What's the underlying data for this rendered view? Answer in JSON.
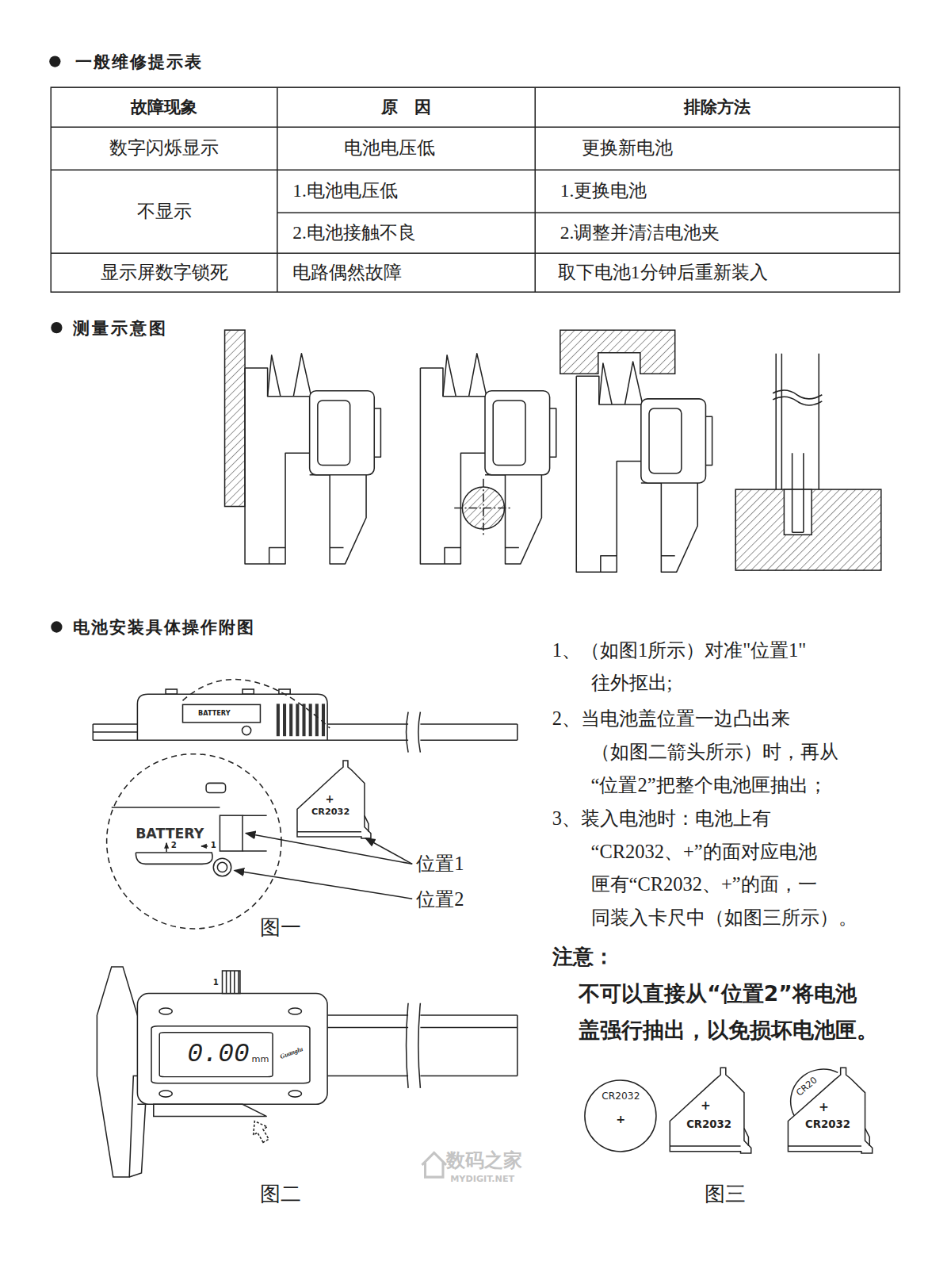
{
  "diagram": {
    "nodes": [
      {
        "text": [
          "+",
          "CR2032"
        ]
      },
      {
        "text": [
          "CR2032",
          "+"
        ]
      },
      {
        "text": [
          "+",
          "CR2032"
        ]
      },
      {
        "text": [
          "CR20",
          "+",
          "CR2032"
        ]
      },
      {
        "text": [
          "0.00",
          "mm",
          "Guanglu"
        ]
      }
    ],
    "labels": [
      "一般维修提示表",
      "故障现象",
      "原　因",
      "排除方法",
      "数字闪烁显示",
      "电池电压低",
      "更换新电池",
      "不显示",
      "1.电池电压低",
      "1.更换电池",
      "2.电池接触不良",
      "2.调整并清洁电池夹",
      "显示屏数字锁死",
      "电路偶然故障",
      "取下电池1分钟后重新装入",
      "测量示意图",
      "电池安装具体操作附图",
      "BATTERY",
      "BATTERY",
      "2",
      "1",
      "位置1",
      "位置2",
      "图一",
      "1",
      "图二",
      "1、（如图1所示）对准\"位置1\" 往外抠出;",
      "2、当电池盖位置一边凸出来 （如图二箭头所示）时，再从 “位置2”把整个电池匣抽出；",
      "3、装入电池时：电池上有 “CR2032、+”的面对应电池 匣有“CR2032、+”的面，一 同装入卡尺中（如图三所示）。",
      "注意：",
      "不可以直接从“位置2”将电池 盖强行抽出，以免损坏电池匣。",
      "图三",
      "数码之家",
      "MYDIGIT.NET"
    ]
  }
}
